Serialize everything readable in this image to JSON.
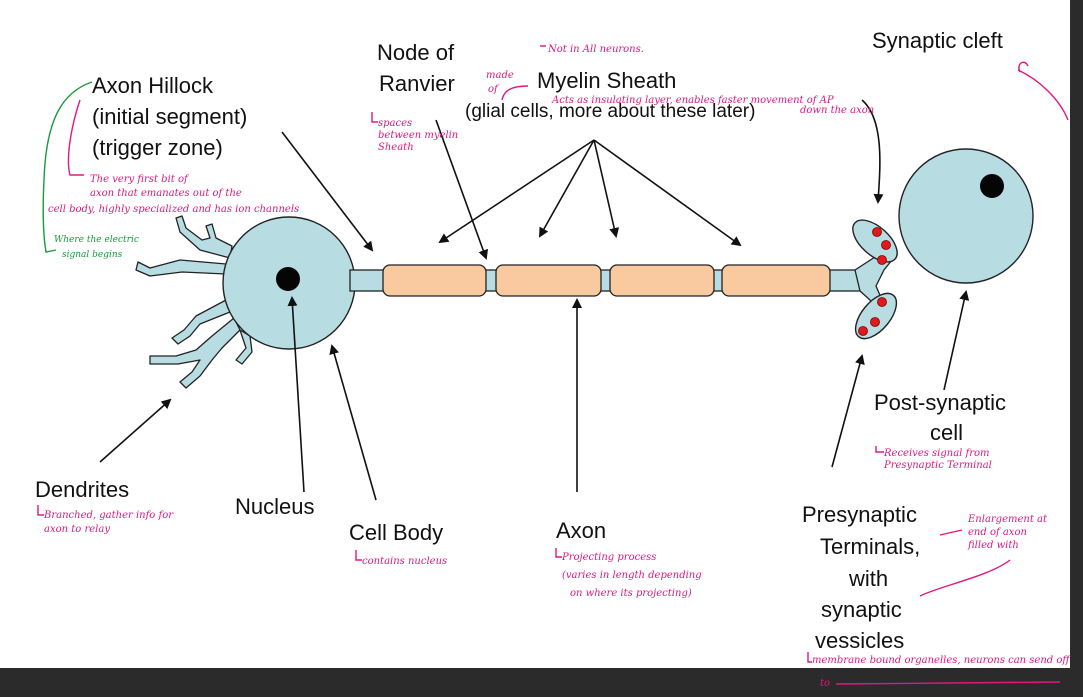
{
  "labels": {
    "axon_hillock": [
      "Axon Hillock",
      "(initial segment)",
      "(trigger zone)"
    ],
    "node_of_ranvier": [
      "Node of",
      "Ranvier"
    ],
    "myelin_sheath": "Myelin Sheath",
    "glial_cells": "(glial cells, more about these later)",
    "synaptic_cleft": "Synaptic cleft",
    "post_synaptic": [
      "Post-synaptic",
      "cell"
    ],
    "dendrites": "Dendrites",
    "nucleus": "Nucleus",
    "cell_body": "Cell Body",
    "axon": "Axon",
    "presynaptic": [
      "Presynaptic",
      "Terminals,",
      "with",
      "synaptic",
      "vessicles"
    ]
  },
  "annotations": {
    "not_all_neurons": "Not in All neurons.",
    "made_of": [
      "made",
      "of"
    ],
    "myelin_note": [
      "Acts as insulating layer, enables faster movement of AP",
      "down the axon"
    ],
    "ranvier_note": [
      "spaces",
      "between myelin",
      "Sheath"
    ],
    "hillock_note": [
      "The very first bit of",
      "axon that emanates out of the",
      "cell body, highly specialized and has ion channels"
    ],
    "electric_note": [
      "Where the electric",
      "signal begins"
    ],
    "dendrites_note": [
      "Branched, gather info for",
      "axon to relay"
    ],
    "cell_body_note": "contains nucleus",
    "axon_note": [
      "Projecting process",
      "(varies in length depending",
      "on where its projecting)"
    ],
    "post_note": [
      "Receives signal from",
      "Presynaptic Terminal"
    ],
    "presyn_note": [
      "Enlargement at",
      "end of axon",
      "filled with"
    ],
    "vesicle_note": "membrane bound organelles, neurons can send off",
    "to_note": "to"
  },
  "colors": {
    "cell_fill": "#b7dde3",
    "myelin_fill": "#f9c9a0",
    "vesicle": "#e01a1a",
    "annotation_pink": "#e0187f",
    "annotation_green": "#1a9a3a",
    "dark_bar": "#2b2b2b"
  }
}
